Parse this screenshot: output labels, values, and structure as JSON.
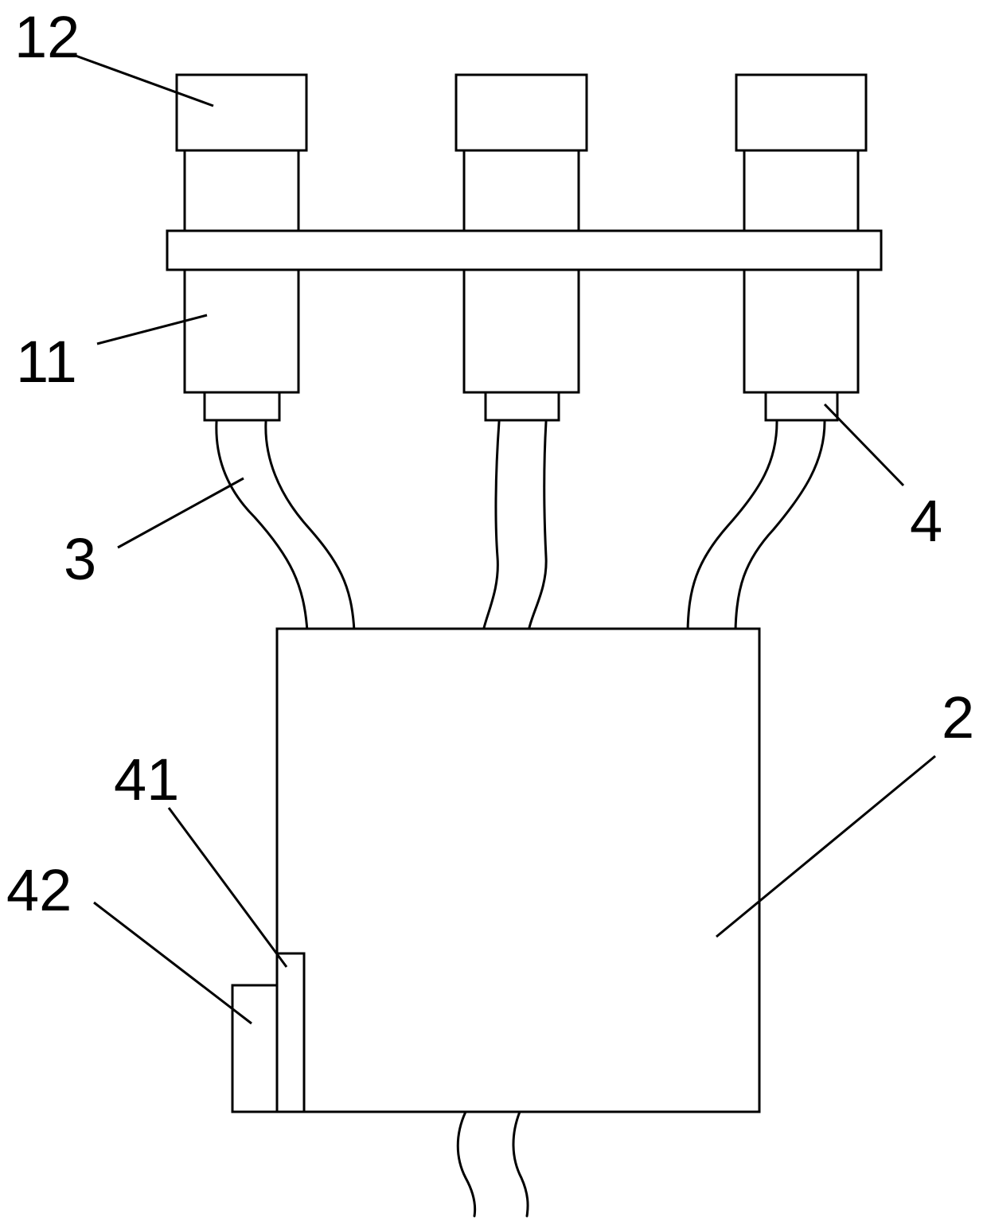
{
  "labels": {
    "cap": "12",
    "sleeve": "11",
    "hose": "3",
    "connector": "4",
    "box": "2",
    "inner_plate": "41",
    "outer_plate": "42"
  },
  "colors": {
    "line": "#000000",
    "background": "#ffffff"
  }
}
